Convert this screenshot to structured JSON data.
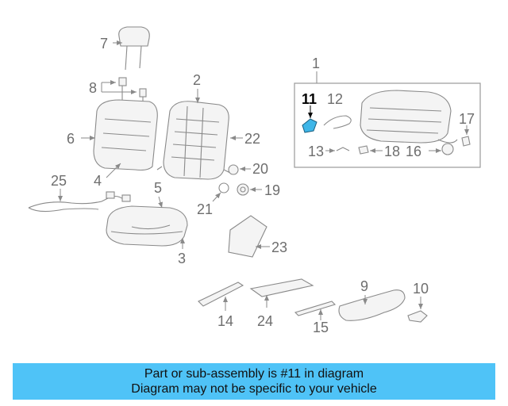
{
  "diagram": {
    "callouts": {
      "c1": "1",
      "c2": "2",
      "c3": "3",
      "c4": "4",
      "c5": "5",
      "c6": "6",
      "c7": "7",
      "c8": "8",
      "c9": "9",
      "c10": "10",
      "c11": "11",
      "c12": "12",
      "c13": "13",
      "c14": "14",
      "c15": "15",
      "c16": "16",
      "c17": "17",
      "c18": "18",
      "c19": "19",
      "c20": "20",
      "c21": "21",
      "c22": "22",
      "c23": "23",
      "c24": "24",
      "c25": "25"
    },
    "highlight_color": "#3fb6e8",
    "accent_color": "#4fc3f7"
  },
  "banner": {
    "line1": "Part or sub-assembly is #11 in diagram",
    "line2": "Diagram may not be specific to your vehicle"
  }
}
